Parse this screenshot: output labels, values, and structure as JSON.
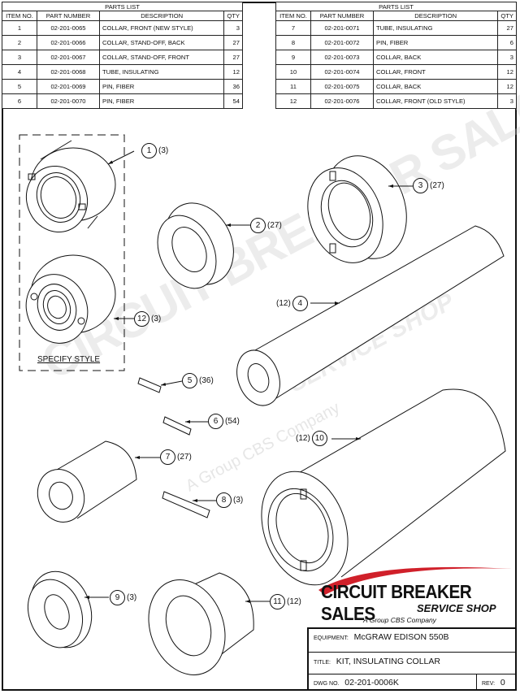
{
  "parts_list_left": {
    "title": "PARTS LIST",
    "headers": [
      "ITEM NO.",
      "PART NUMBER",
      "DESCRIPTION",
      "QTY"
    ],
    "rows": [
      {
        "item": "1",
        "part": "02-201-0065",
        "desc": "COLLAR, FRONT (NEW STYLE)",
        "qty": "3"
      },
      {
        "item": "2",
        "part": "02-201-0066",
        "desc": "COLLAR, STAND-OFF, BACK",
        "qty": "27"
      },
      {
        "item": "3",
        "part": "02-201-0067",
        "desc": "COLLAR, STAND-OFF, FRONT",
        "qty": "27"
      },
      {
        "item": "4",
        "part": "02-201-0068",
        "desc": "TUBE, INSULATING",
        "qty": "12"
      },
      {
        "item": "5",
        "part": "02-201-0069",
        "desc": "PIN, FIBER",
        "qty": "36"
      },
      {
        "item": "6",
        "part": "02-201-0070",
        "desc": "PIN, FIBER",
        "qty": "54"
      }
    ]
  },
  "parts_list_right": {
    "title": "PARTS LIST",
    "headers": [
      "ITEM NO.",
      "PART NUMBER",
      "DESCRIPTION",
      "QTY"
    ],
    "rows": [
      {
        "item": "7",
        "part": "02-201-0071",
        "desc": "TUBE, INSULATING",
        "qty": "27"
      },
      {
        "item": "8",
        "part": "02-201-0072",
        "desc": "PIN, FIBER",
        "qty": "6"
      },
      {
        "item": "9",
        "part": "02-201-0073",
        "desc": "COLLAR, BACK",
        "qty": "3"
      },
      {
        "item": "10",
        "part": "02-201-0074",
        "desc": "COLLAR, FRONT",
        "qty": "12"
      },
      {
        "item": "11",
        "part": "02-201-0075",
        "desc": "COLLAR, BACK",
        "qty": "12"
      },
      {
        "item": "12",
        "part": "02-201-0076",
        "desc": "COLLAR, FRONT (OLD STYLE)",
        "qty": "3"
      }
    ]
  },
  "callouts": {
    "c1": {
      "item": "1",
      "qty": "(3)"
    },
    "c2": {
      "item": "2",
      "qty": "(27)"
    },
    "c3": {
      "item": "3",
      "qty": "(27)"
    },
    "c4": {
      "item": "4",
      "qty": "(12)"
    },
    "c5": {
      "item": "5",
      "qty": "(36)"
    },
    "c6": {
      "item": "6",
      "qty": "(54)"
    },
    "c7": {
      "item": "7",
      "qty": "(27)"
    },
    "c8": {
      "item": "8",
      "qty": "(3)"
    },
    "c9": {
      "item": "9",
      "qty": "(3)"
    },
    "c10": {
      "item": "10",
      "qty": "(12)"
    },
    "c11": {
      "item": "11",
      "qty": "(12)"
    },
    "c12": {
      "item": "12",
      "qty": "(3)"
    }
  },
  "specify_style": "SPECIFY STYLE",
  "watermark": {
    "main": "CIRCUIT BREAKER SALES",
    "sub": "SERVICE SHOP",
    "tag": "A Group CBS Company"
  },
  "logo": {
    "main": "CIRCUIT BREAKER SALES",
    "sub": "SERVICE SHOP",
    "tag": "A Group CBS Company",
    "swoosh_color": "#d0202a"
  },
  "title_block": {
    "equipment_label": "EQUIPMENT:",
    "equipment": "McGRAW EDISON 550B",
    "title_label": "TITLE:",
    "title": "KIT, INSULATING COLLAR",
    "dwg_label": "DWG NO.",
    "dwg_no": "02-201-0006K",
    "rev_label": "REV:",
    "rev": "0"
  }
}
